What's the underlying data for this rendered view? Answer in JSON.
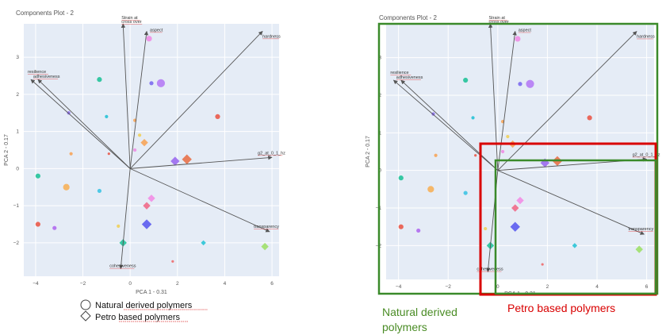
{
  "colors": {
    "plot_bg": "#e5ecf6",
    "grid": "#ffffff",
    "arrow": "#555555",
    "green_box": "#3a8a2a",
    "red_box": "#d90000",
    "green_text": "#4a8c25",
    "red_text": "#d90000"
  },
  "legend": [
    {
      "marker": "circle",
      "label": "Natural derived polymers"
    },
    {
      "marker": "diamond",
      "label": "Petro based polymers"
    }
  ],
  "annotations": {
    "natural_label": "Natural derived polymers",
    "petro_label": "Petro based polymers"
  },
  "chart_data": [
    {
      "type": "scatter",
      "chart_kind": "pca-biplot",
      "title": "Components Plot - 2",
      "xlabel": "PCA 1 - 0.31",
      "ylabel": "PCA 2 - 0.17",
      "xlim": [
        -4.5,
        6.3
      ],
      "ylim": [
        -2.9,
        3.9
      ],
      "xticks": [
        -4,
        -2,
        0,
        2,
        4,
        6
      ],
      "yticks": [
        -2,
        -1,
        0,
        1,
        2,
        3
      ],
      "grid": true,
      "loadings": [
        {
          "name": "Strain at cross over",
          "x": -0.3,
          "y": 3.9
        },
        {
          "name": "aspect",
          "x": 0.7,
          "y": 3.7
        },
        {
          "name": "hardness",
          "x": 5.6,
          "y": 3.7
        },
        {
          "name": "resilience",
          "x": -4.2,
          "y": 2.4
        },
        {
          "name": "adhesiveness",
          "x": -3.9,
          "y": 2.4
        },
        {
          "name": "g2_at_0_1_hz",
          "x": 6.0,
          "y": 0.3
        },
        {
          "name": "transparency",
          "x": 5.9,
          "y": -1.7
        },
        {
          "name": "cohesiveness",
          "x": -0.4,
          "y": -2.7
        }
      ],
      "points": [
        {
          "x": -1.3,
          "y": 2.4,
          "shape": "circle",
          "size": 5,
          "color": "#22c39a"
        },
        {
          "x": 0.8,
          "y": 3.5,
          "shape": "circle",
          "size": 6,
          "color": "#ee8ee6"
        },
        {
          "x": 0.9,
          "y": 2.3,
          "shape": "circle",
          "size": 4,
          "color": "#7c6cf0"
        },
        {
          "x": 1.3,
          "y": 2.3,
          "shape": "circle",
          "size": 9,
          "color": "#b57cf5"
        },
        {
          "x": -2.6,
          "y": 1.5,
          "shape": "circle",
          "size": 3,
          "color": "#8a6cf0"
        },
        {
          "x": -1.0,
          "y": 1.4,
          "shape": "circle",
          "size": 3,
          "color": "#26c2d6"
        },
        {
          "x": 0.2,
          "y": 1.3,
          "shape": "circle",
          "size": 3,
          "color": "#f6a55a"
        },
        {
          "x": 0.4,
          "y": 0.9,
          "shape": "circle",
          "size": 3,
          "color": "#f0d05a"
        },
        {
          "x": 3.7,
          "y": 1.4,
          "shape": "circle",
          "size": 5,
          "color": "#ea5a4a"
        },
        {
          "x": -2.5,
          "y": 0.4,
          "shape": "circle",
          "size": 3,
          "color": "#f6a55a"
        },
        {
          "x": 0.2,
          "y": 0.5,
          "shape": "circle",
          "size": 3,
          "color": "#ee8ee6"
        },
        {
          "x": -0.9,
          "y": 0.4,
          "shape": "circle",
          "size": 2,
          "color": "#e85a4a"
        },
        {
          "x": -3.9,
          "y": -0.2,
          "shape": "circle",
          "size": 5,
          "color": "#22c39a"
        },
        {
          "x": -2.7,
          "y": -0.5,
          "shape": "circle",
          "size": 7,
          "color": "#f6b15a"
        },
        {
          "x": -1.3,
          "y": -0.6,
          "shape": "circle",
          "size": 4,
          "color": "#3ec4e4"
        },
        {
          "x": -3.9,
          "y": -1.5,
          "shape": "circle",
          "size": 5,
          "color": "#ea5a4a"
        },
        {
          "x": -3.2,
          "y": -1.6,
          "shape": "circle",
          "size": 4,
          "color": "#b06cf0"
        },
        {
          "x": -0.5,
          "y": -1.55,
          "shape": "circle",
          "size": 3,
          "color": "#f0d05a"
        },
        {
          "x": 1.8,
          "y": -2.5,
          "shape": "circle",
          "size": 2,
          "color": "#ee6a6a"
        },
        {
          "x": 3.1,
          "y": -2.0,
          "shape": "diamond",
          "size": 4,
          "color": "#2ac4d6"
        },
        {
          "x": 0.6,
          "y": 0.7,
          "shape": "diamond",
          "size": 7,
          "color": "#f6a55a"
        },
        {
          "x": 1.9,
          "y": 0.2,
          "shape": "diamond",
          "size": 9,
          "color": "#9b6cf0"
        },
        {
          "x": 2.4,
          "y": 0.25,
          "shape": "diamond",
          "size": 10,
          "color": "#e8724a"
        },
        {
          "x": 0.9,
          "y": -0.8,
          "shape": "diamond",
          "size": 7,
          "color": "#f28ee6"
        },
        {
          "x": 0.7,
          "y": -1.0,
          "shape": "diamond",
          "size": 7,
          "color": "#f06a8a"
        },
        {
          "x": 0.7,
          "y": -1.5,
          "shape": "diamond",
          "size": 10,
          "color": "#5b5cf0"
        },
        {
          "x": -0.3,
          "y": -2.0,
          "shape": "diamond",
          "size": 7,
          "color": "#22c39a"
        },
        {
          "x": 5.7,
          "y": -2.1,
          "shape": "diamond",
          "size": 7,
          "color": "#9ee06a"
        }
      ]
    },
    {
      "type": "scatter",
      "chart_kind": "pca-biplot",
      "title": "Components Plot - 2",
      "xlabel": "PCA 1 - 0.31",
      "ylabel": "PCA 2 - 0.17",
      "xlim": [
        -4.5,
        6.3
      ],
      "ylim": [
        -2.9,
        3.9
      ],
      "xticks": [
        -4,
        -2,
        0,
        2,
        4,
        6
      ],
      "yticks": [
        -2,
        -1,
        0,
        1,
        2,
        3
      ],
      "grid": true,
      "same_data_as": 0
    }
  ]
}
